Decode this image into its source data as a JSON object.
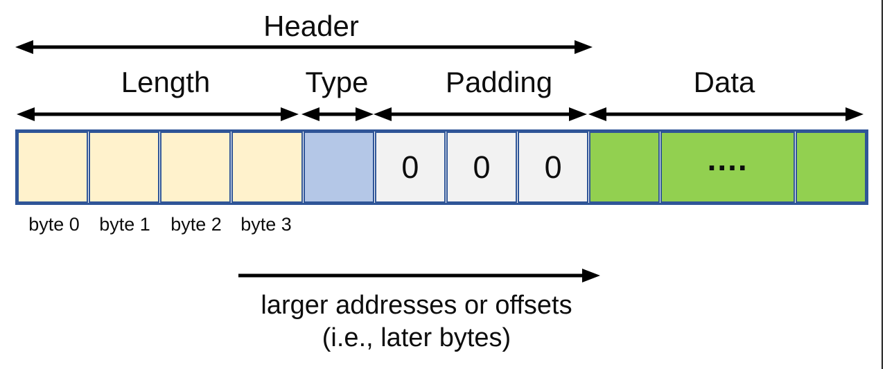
{
  "colors": {
    "length_fill": "#FFF2CC",
    "type_fill": "#B4C7E7",
    "padding_fill": "#F2F2F2",
    "data_fill": "#92D050",
    "cell_border": "#2F5597",
    "arrow_color": "#000000"
  },
  "header": {
    "label": "Header"
  },
  "fields": {
    "length_label": "Length",
    "type_label": "Type",
    "padding_label": "Padding",
    "data_label": "Data"
  },
  "cells": [
    {
      "section": "length",
      "text": ""
    },
    {
      "section": "length",
      "text": ""
    },
    {
      "section": "length",
      "text": ""
    },
    {
      "section": "length",
      "text": ""
    },
    {
      "section": "type",
      "text": ""
    },
    {
      "section": "padding",
      "text": "0"
    },
    {
      "section": "padding",
      "text": "0"
    },
    {
      "section": "padding",
      "text": "0"
    },
    {
      "section": "data",
      "text": ""
    },
    {
      "section": "data",
      "text": "...."
    },
    {
      "section": "data",
      "text": ""
    }
  ],
  "byte_labels": [
    "byte 0",
    "byte 1",
    "byte 2",
    "byte 3"
  ],
  "footnote": {
    "line1": "larger addresses or offsets",
    "line2": "(i.e., later bytes)"
  }
}
